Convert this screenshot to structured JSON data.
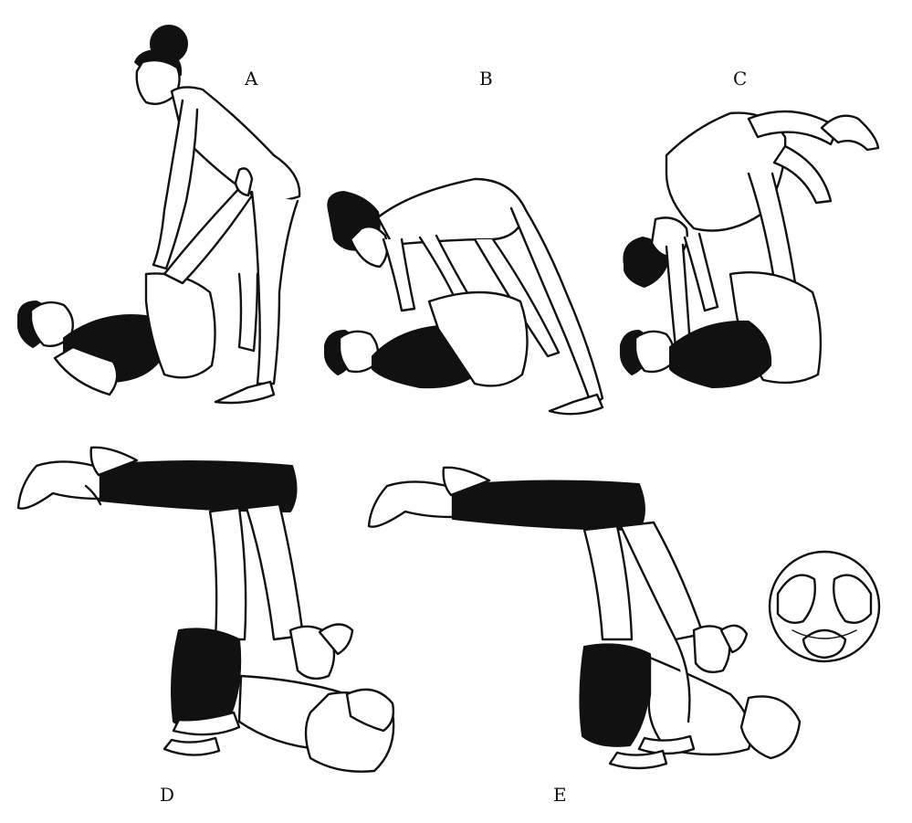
{
  "figure": {
    "panels": [
      {
        "id": "A",
        "label": "A"
      },
      {
        "id": "B",
        "label": "B"
      },
      {
        "id": "C",
        "label": "C"
      },
      {
        "id": "D",
        "label": "D"
      },
      {
        "id": "E",
        "label": "E"
      }
    ],
    "inset": {
      "id": "hand-detail"
    },
    "colors": {
      "ink": "#111111",
      "paper": "#ffffff"
    }
  }
}
